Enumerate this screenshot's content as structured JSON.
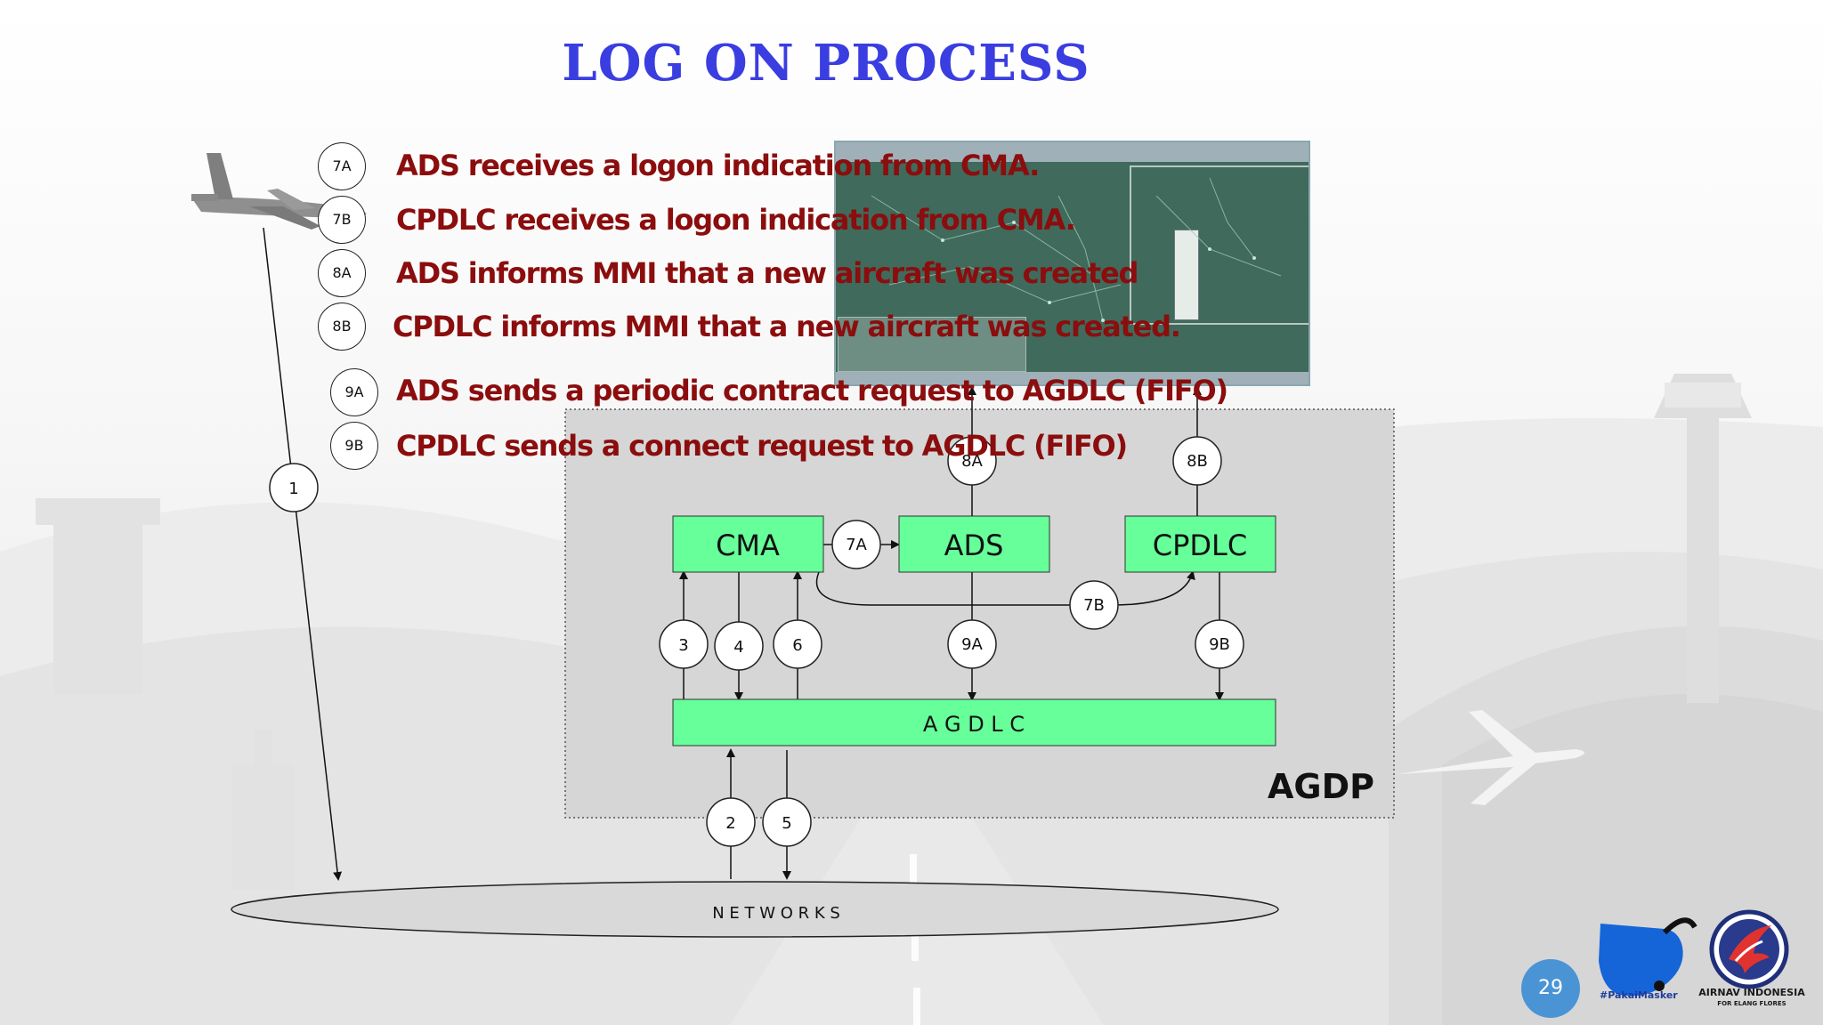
{
  "title": "LOG ON PROCESS",
  "steps": [
    {
      "id": "7A",
      "text": "ADS receives a logon indication from CMA."
    },
    {
      "id": "7B",
      "text": "CPDLC receives a logon indication from CMA."
    },
    {
      "id": "8A",
      "text": "ADS informs MMI that a new aircraft was created"
    },
    {
      "id": "8B",
      "text": "CPDLC informs MMI that a new aircraft was created."
    },
    {
      "id": "9A",
      "text": "ADS sends a periodic contract request to AGDLC (FIFO)"
    },
    {
      "id": "9B",
      "text": "CPDLC sends a connect request to AGDLC (FIFO)"
    }
  ],
  "diagram": {
    "system_label": "AGDP",
    "boxes": {
      "cma": "CMA",
      "ads": "ADS",
      "cpdlc": "CPDLC",
      "agdlc": "A G D L C"
    },
    "network_label": "N E T W O R K S",
    "flow_labels": {
      "n1": "1",
      "n2": "2",
      "n3": "3",
      "n4": "4",
      "n5": "5",
      "n6": "6",
      "n7a": "7A",
      "n7b": "7B",
      "n8a": "8A",
      "n8b": "8B",
      "n9a": "9A",
      "n9b": "9B"
    }
  },
  "footer": {
    "page_number": "29",
    "mask_tag": "#PakaiMasker",
    "brand_name": "AIRNAV INDONESIA",
    "brand_sub": "FOR ELANG FLORES"
  },
  "colors": {
    "title": "#3a3de0",
    "step_text": "#8b0d0d",
    "box_fill": "#66ff99",
    "system_panel": "#d6d6d6",
    "page_badge": "#4a94d6"
  }
}
